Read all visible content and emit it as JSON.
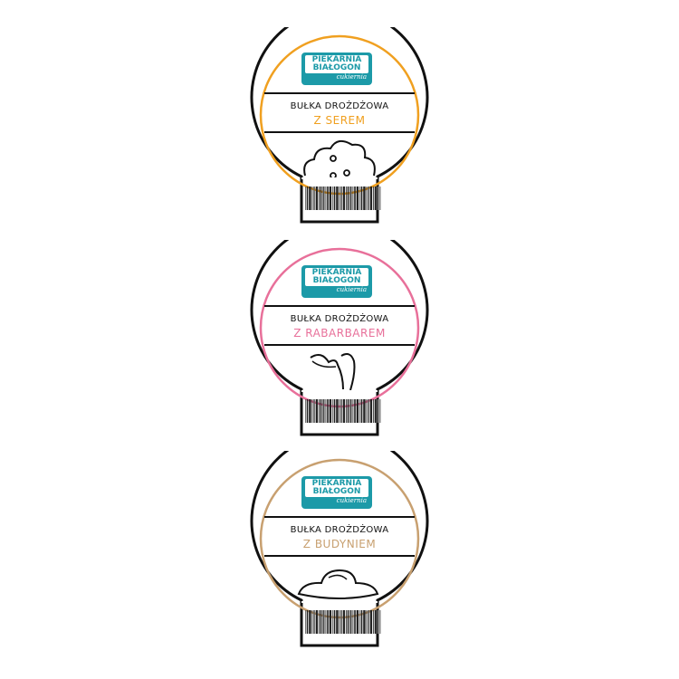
{
  "brand": {
    "line1": "PIEKARNIA",
    "line2": "BIAŁOGON",
    "sub": "cukiernia",
    "color": "#1c9aa8"
  },
  "labels": [
    {
      "title": "BUŁKA DROŻDŻOWA",
      "flavor": "Z SEREM",
      "color": "#f0a020",
      "icon": "cheese-bun-icon"
    },
    {
      "title": "BUŁKA DROŻDŻOWA",
      "flavor": "Z RABARBAREM",
      "color": "#e8709a",
      "icon": "rhubarb-icon"
    },
    {
      "title": "BUŁKA DROŻDŻOWA",
      "flavor": "Z BUDYNIEM",
      "color": "#c8a070",
      "icon": "pudding-icon"
    }
  ]
}
